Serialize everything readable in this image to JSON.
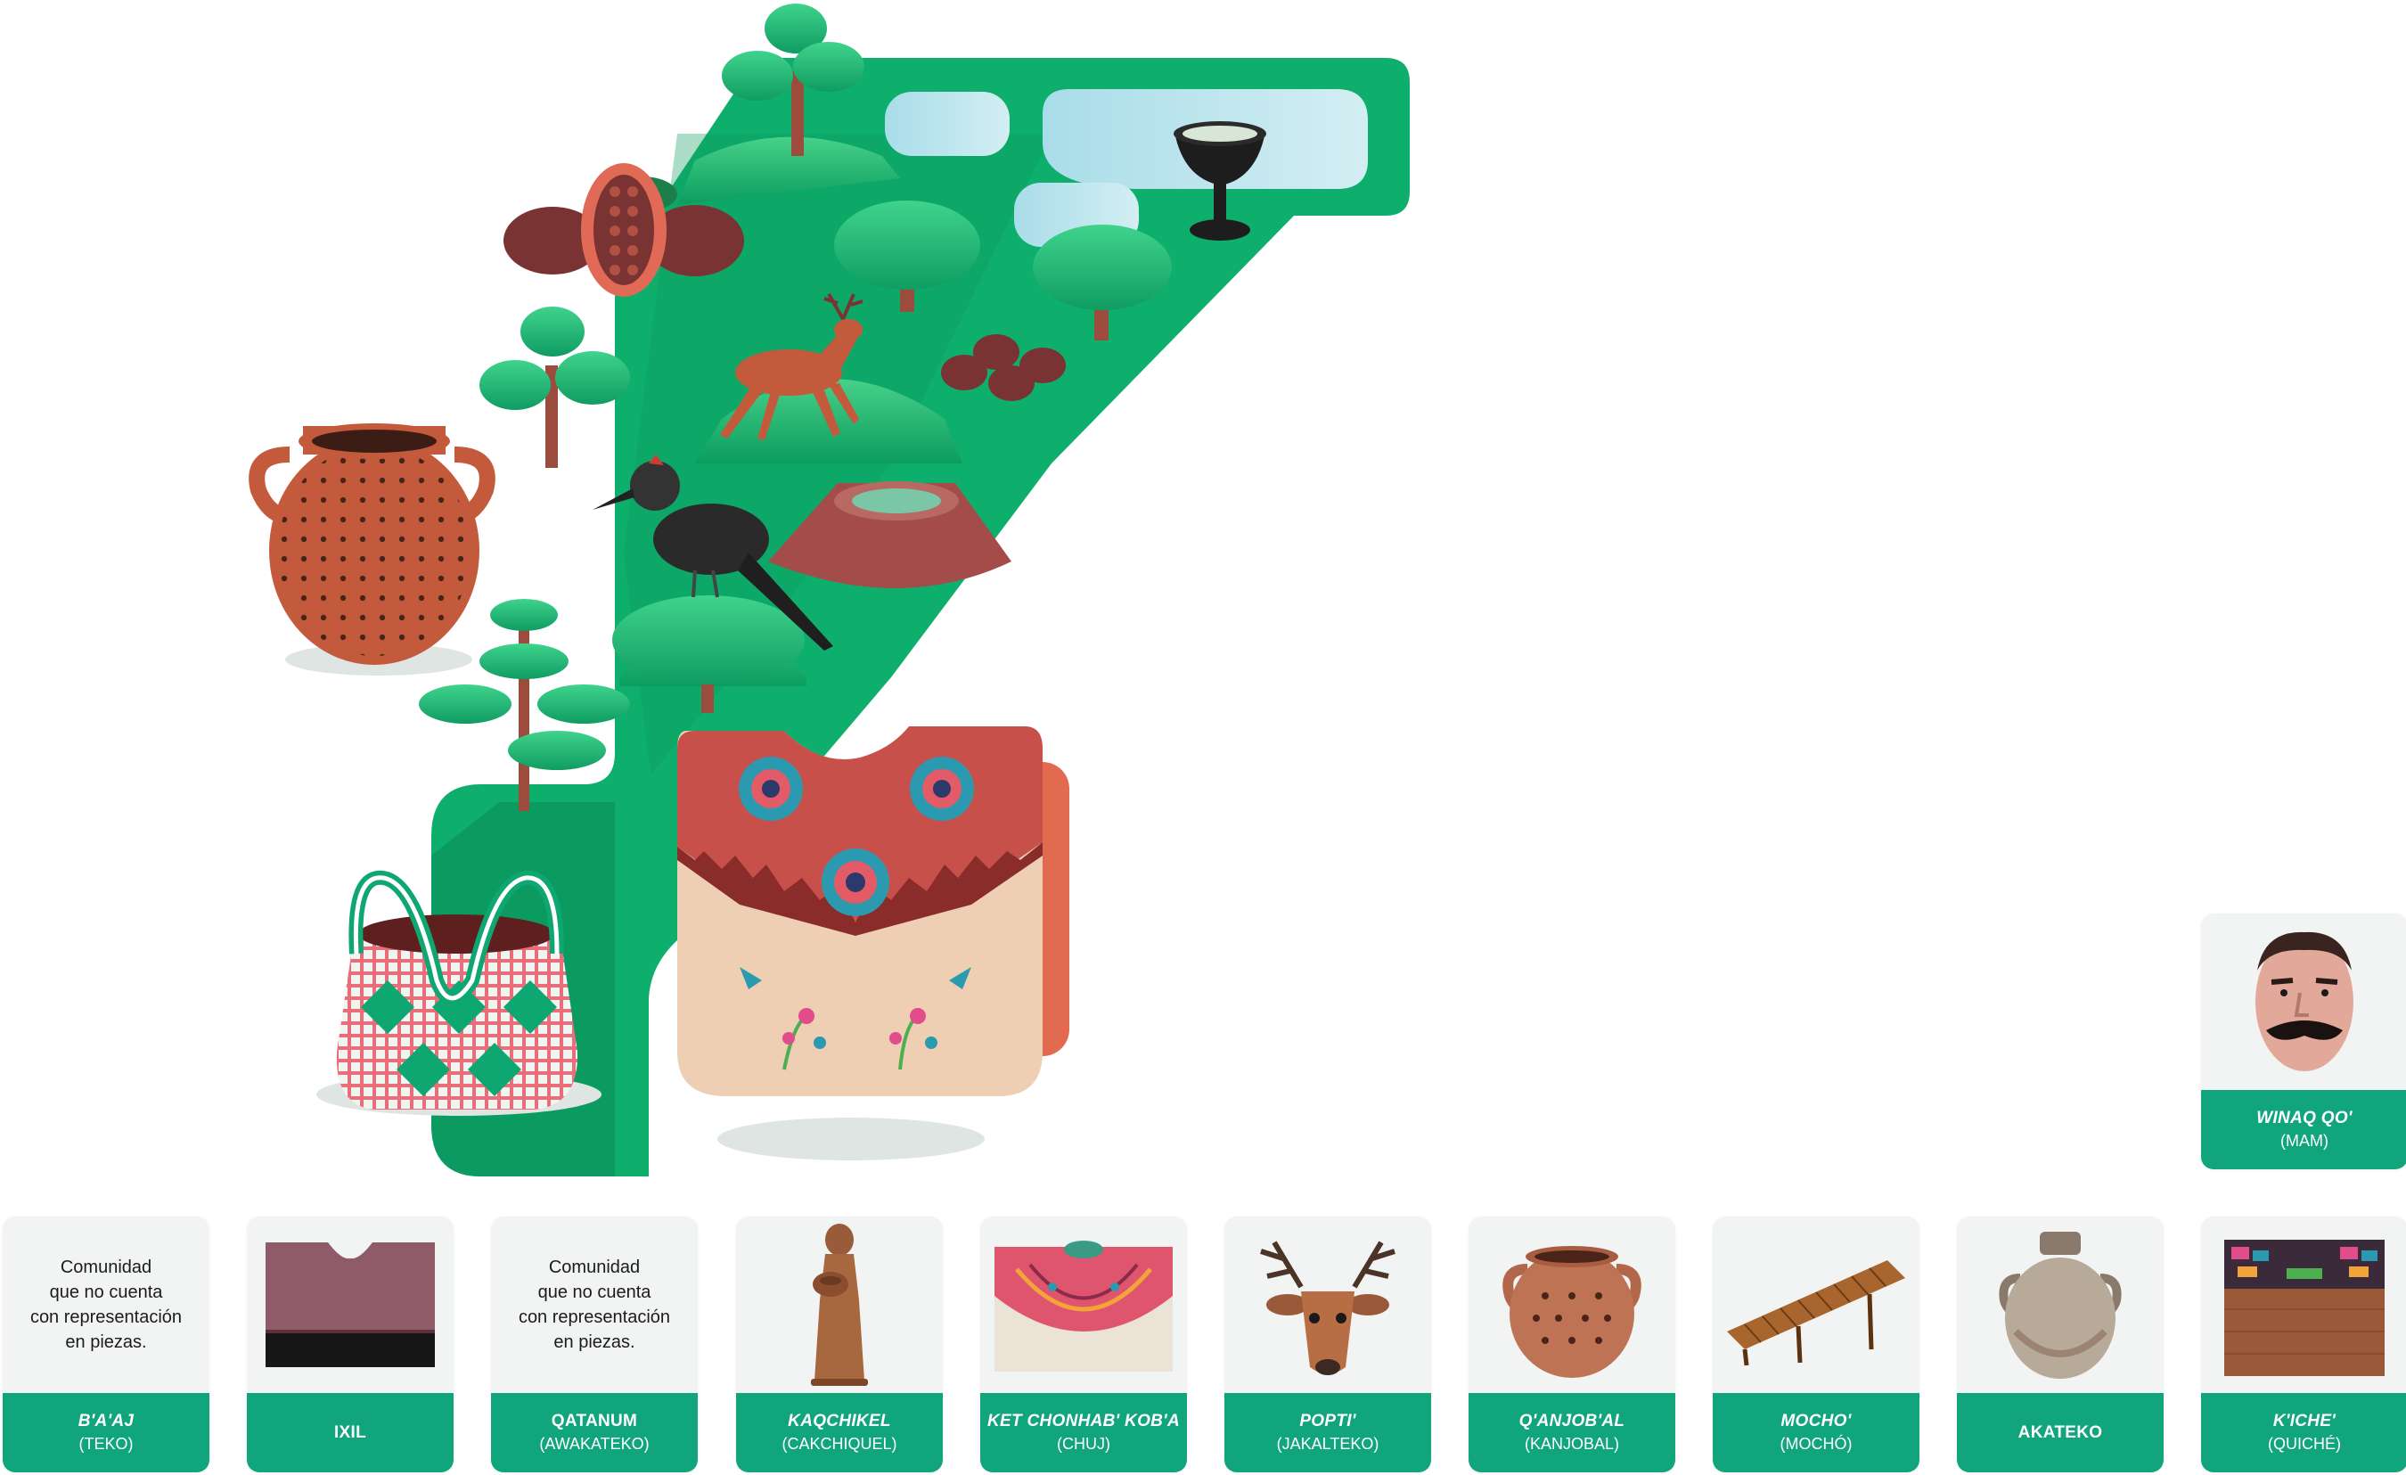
{
  "communities": [
    {
      "name": "B'A'AJ",
      "alt": "(TEKO)",
      "note": "Comunidad\nque no cuenta\ncon representación\nen piezas.",
      "icon": "none"
    },
    {
      "name": "IXIL",
      "alt": "",
      "icon": "huipil-dark-icon"
    },
    {
      "name": "QATANUM",
      "alt": "(AWAKATEKO)",
      "note": "Comunidad\nque no cuenta\ncon representación\nen piezas.",
      "icon": "none"
    },
    {
      "name": "KAQCHIKEL",
      "alt": "(CAKCHIQUEL)",
      "icon": "clay-figurine-icon"
    },
    {
      "name": "KET CHONHAB' KOB'A",
      "alt": "(CHUJ)",
      "icon": "embroidered-blouse-icon"
    },
    {
      "name": "POPTI'",
      "alt": "(JAKALTEKO)",
      "icon": "deer-mask-icon"
    },
    {
      "name": "Q'ANJOB'AL",
      "alt": "(KANJOBAL)",
      "icon": "clay-pot-icon"
    },
    {
      "name": "MOCHO'",
      "alt": "(MOCHÓ)",
      "icon": "marimba-icon"
    },
    {
      "name": "AKATEKO",
      "alt": "",
      "icon": "clay-jar-icon"
    },
    {
      "name": "K'ICHE'",
      "alt": "(QUICHÉ)",
      "icon": "woven-huipil-icon"
    },
    {
      "name": "WINAQ QO'",
      "alt": "(MAM)",
      "icon": "mustache-mask-icon"
    }
  ],
  "colors": {
    "accent": "#10a57c",
    "map_green": "#0eae6c",
    "terracotta": "#c45a3c",
    "card_bg": "#f2f4f3"
  }
}
